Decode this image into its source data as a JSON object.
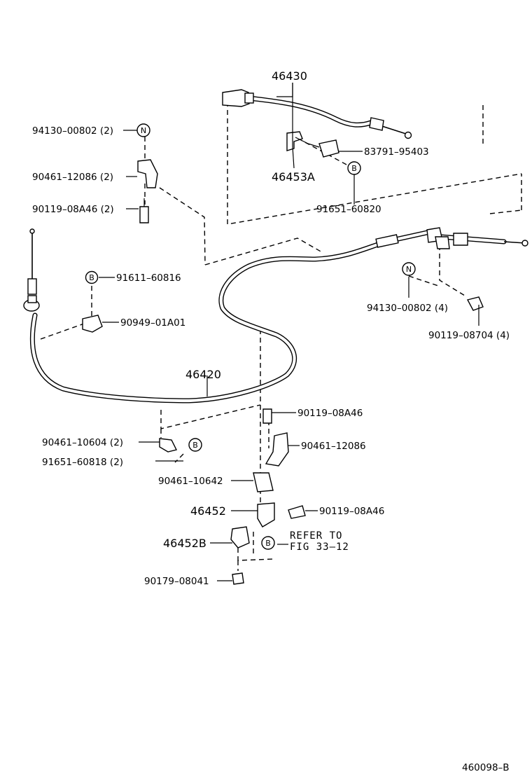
{
  "diagram_id": "460098–B",
  "symbols": {
    "n": "N",
    "b": "B"
  },
  "labels": {
    "cable_upper": "46430",
    "bracket_46453a": "46453A",
    "p_83791": "83791–95403",
    "p_91651_60820": "91651–60820",
    "p_94130_top": "94130–00802 (2)",
    "p_90461_12086_2": "90461–12086 (2)",
    "p_90119_08a46_2": "90119–08A46 (2)",
    "p_91611": "91611–60816",
    "p_90949": "90949–01A01",
    "p_94130_right": "94130–00802 (4)",
    "p_90119_08704": "90119–08704 (4)",
    "cable_lower": "46420",
    "p_90461_10604": "90461–10604 (2)",
    "p_91651_60818": "91651–60818 (2)",
    "p_90119_08a46_a": "90119–08A46",
    "p_90461_12086": "90461–12086",
    "p_90461_10642": "90461–10642",
    "p_46452": "46452",
    "p_90119_08a46_b": "90119–08A46",
    "p_46452b": "46452B",
    "refer_line1": "REFER TO",
    "refer_line2": "FIG 33–12",
    "p_90179": "90179–08041"
  }
}
